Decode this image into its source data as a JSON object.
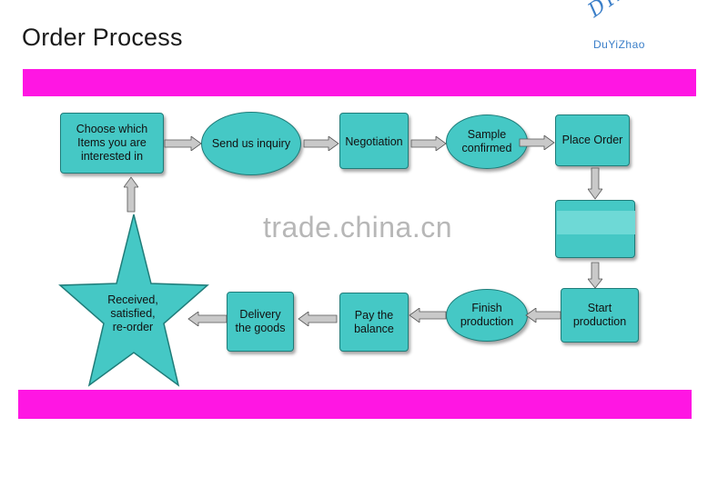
{
  "page": {
    "title": "Order Process"
  },
  "logo": {
    "mark": "DYZ",
    "text": "DuYiZhao"
  },
  "watermark": "trade.china.cn",
  "steps": {
    "choose": "Choose which Items you are interested in",
    "inquiry": "Send us inquiry",
    "negotiation": "Negotiation",
    "sample": "Sample confirmed",
    "place_order": "Place Order",
    "hidden": "",
    "start": "Start production",
    "finish": "Finish production",
    "pay": "Pay the balance",
    "delivery": "Delivery the goods",
    "received": "Received, satisfied, re-order"
  },
  "colors": {
    "node_fill": "#45c8c5",
    "node_border": "#1f7c79",
    "band": "#ff16e3",
    "arrow_fill": "#c9c9c9",
    "logo": "#3a7ec8"
  }
}
